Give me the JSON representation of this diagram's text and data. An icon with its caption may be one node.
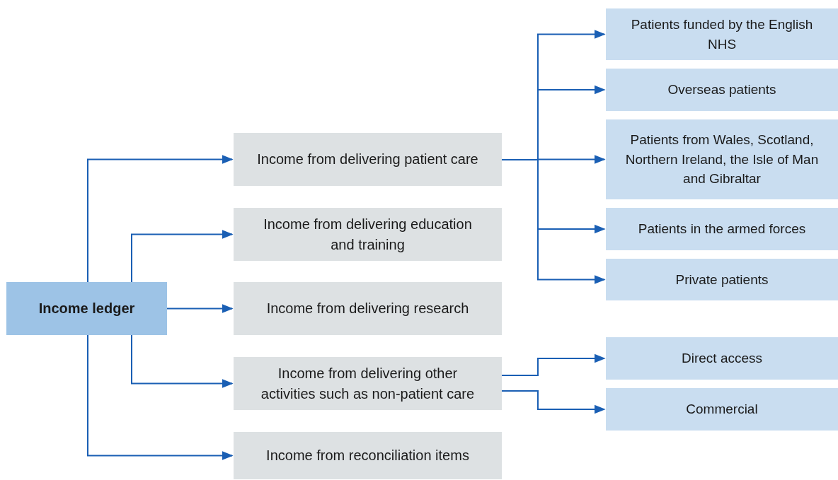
{
  "diagram": {
    "nodes": [
      {
        "text": [
          "Income ledger"
        ]
      },
      {
        "text": [
          "Income from delivering patient care"
        ]
      },
      {
        "text": [
          "Income from delivering education and training"
        ]
      },
      {
        "text": [
          "Income from delivering research"
        ]
      },
      {
        "text": [
          "Income from delivering other activities such as non-patient care"
        ]
      },
      {
        "text": [
          "Income from reconciliation items"
        ]
      },
      {
        "text": [
          "Patients funded by the English NHS"
        ]
      },
      {
        "text": [
          "Overseas patients"
        ]
      },
      {
        "text": [
          "Patients from Wales, Scotland, Northern Ireland, the Isle of Man and Gibraltar"
        ]
      },
      {
        "text": [
          "Patients in the armed forces"
        ]
      },
      {
        "text": [
          "Private patients"
        ]
      },
      {
        "text": [
          "Direct access"
        ]
      },
      {
        "text": [
          "Commercial"
        ]
      }
    ],
    "edges": [
      {
        "from": 0,
        "to": 1,
        "arrow": "to"
      },
      {
        "from": 0,
        "to": 2,
        "arrow": "to"
      },
      {
        "from": 0,
        "to": 3,
        "arrow": "to"
      },
      {
        "from": 0,
        "to": 4,
        "arrow": "to"
      },
      {
        "from": 0,
        "to": 5,
        "arrow": "to"
      },
      {
        "from": 1,
        "to": 6,
        "arrow": "to"
      },
      {
        "from": 1,
        "to": 7,
        "arrow": "to"
      },
      {
        "from": 1,
        "to": 8,
        "arrow": "to"
      },
      {
        "from": 1,
        "to": 9,
        "arrow": "to"
      },
      {
        "from": 1,
        "to": 10,
        "arrow": "to"
      },
      {
        "from": 4,
        "to": 11,
        "arrow": "to"
      },
      {
        "from": 4,
        "to": 12,
        "arrow": "to"
      }
    ]
  }
}
